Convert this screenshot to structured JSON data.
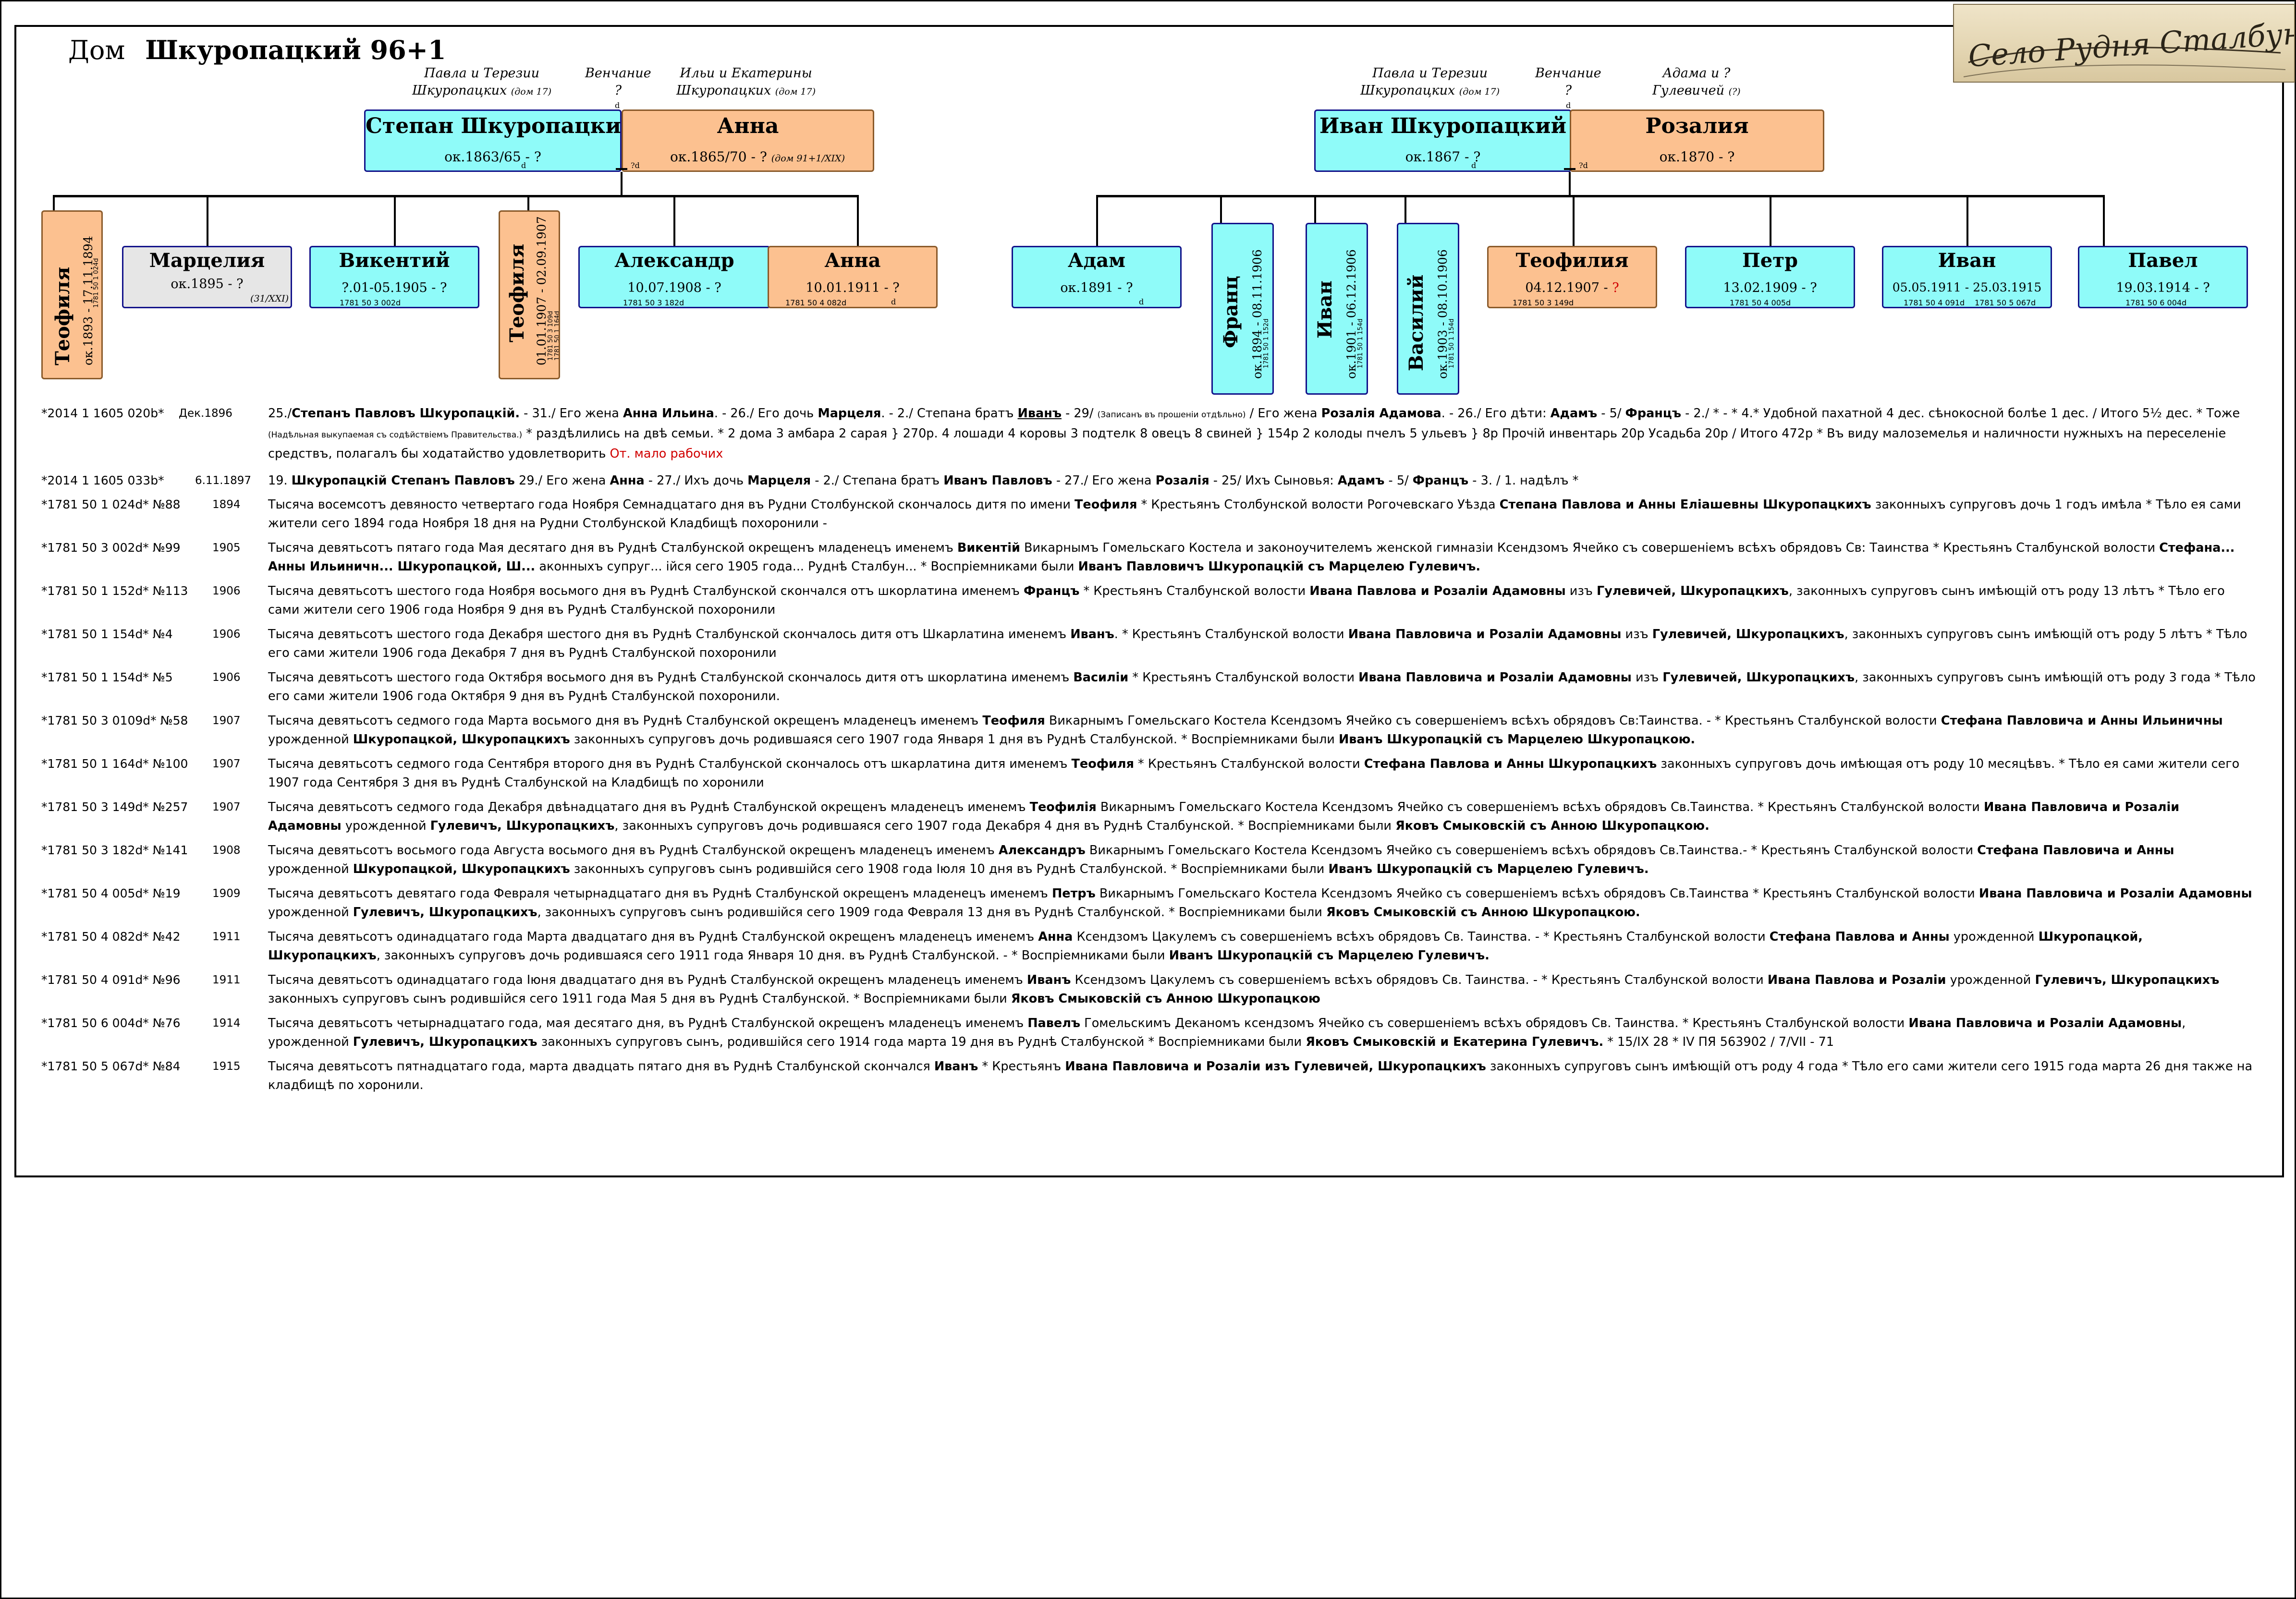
{
  "title": {
    "dom": "Дом",
    "name": "Шкуропацкий 96+1"
  },
  "stamp": {
    "text": "Село Рудня Сталбунска"
  },
  "family1": {
    "father_parents": {
      "line1": "Павла и Терезии",
      "line2": "Шкуропацких",
      "note": "(дом 17)"
    },
    "wedding": {
      "label": "Венчание",
      "value": "?",
      "mark": "d"
    },
    "mother_parents": {
      "line1": "Ильи и Екатерины",
      "line2": "Шкуропацких",
      "note": "(дом 17)"
    },
    "father": {
      "name": "Степан Шкуропацкий",
      "dates": "ок.1863/65 - ?",
      "mark": "d"
    },
    "mother": {
      "name": "Анна",
      "dates": "ок.1865/70 - ?",
      "note": "(дом 91+1/XIX)",
      "mark": "?d"
    },
    "children": [
      {
        "name": "Теофиля",
        "dates": "ок.1893 - 17.11.1894",
        "ref": "1781 50 1 024d",
        "color": "orange"
      },
      {
        "name": "Марцелия",
        "dates": "ок.1895 - ?",
        "ref": "(31/XXI)",
        "color": "grey"
      },
      {
        "name": "Викентий",
        "dates": "?.01-05.1905 - ?",
        "ref": "1781 50 3 002d",
        "color": "cyan"
      },
      {
        "name": "Теофиля",
        "dates": "01.01.1907 - 02.09.1907",
        "ref": "1781 50 3 109d",
        "ref2": "1781 50 1 164d",
        "color": "orange"
      },
      {
        "name": "Александр",
        "dates": "10.07.1908 - ?",
        "ref": "1781 50 3 182d",
        "color": "cyan"
      },
      {
        "name": "Анна",
        "dates": "10.01.1911 - ?",
        "ref": "1781 50 4 082d",
        "mark": "d",
        "color": "orange"
      }
    ]
  },
  "family2": {
    "father_parents": {
      "line1": "Павла и Терезии",
      "line2": "Шкуропацких",
      "note": "(дом 17)"
    },
    "wedding": {
      "label": "Венчание",
      "value": "?",
      "mark": "d"
    },
    "mother_parents": {
      "line1": "Адама и ?",
      "line2": "Гулевичей",
      "note": "(?)"
    },
    "father": {
      "name": "Иван Шкуропацкий",
      "dates": "ок.1867 - ?",
      "mark": "d"
    },
    "mother": {
      "name": "Розалия",
      "dates": "ок.1870 - ?",
      "mark": "?d"
    },
    "children": [
      {
        "name": "Адам",
        "dates": "ок.1891 - ?",
        "mark": "d",
        "color": "cyan"
      },
      {
        "name": "Франц",
        "dates": "ок.1894 - 08.11.1906",
        "ref": "1781 50 1 152d",
        "color": "cyan"
      },
      {
        "name": "Иван",
        "dates": "ок.1901 - 06.12.1906",
        "ref": "1781 50 1 154d",
        "color": "cyan"
      },
      {
        "name": "Василий",
        "dates": "ок.1903 - 08.10.1906",
        "ref": "1781 50 1 154d",
        "color": "cyan"
      },
      {
        "name": "Теофилия",
        "dates": "04.12.1907 -",
        "q": "?",
        "ref": "1781 50 3 149d",
        "color": "orange"
      },
      {
        "name": "Петр",
        "dates": "13.02.1909 - ?",
        "ref": "1781 50 4 005d",
        "color": "cyan"
      },
      {
        "name": "Иван",
        "dates": "05.05.1911 - 25.03.1915",
        "ref": "1781 50 4 091d",
        "ref2": "1781 50 5 067d",
        "color": "cyan"
      },
      {
        "name": "Павел",
        "dates": "19.03.1914 - ?",
        "ref": "1781 50 6 004d",
        "color": "cyan"
      }
    ]
  },
  "records": [
    {
      "code": "*2014 1 1605 020b*",
      "date": "Дек.1896",
      "html": "25./<b>Степанъ Павловъ Шкуропацкій.</b> - 31./ Его жена <b>Анна Ильина</b>. - 26./ Его дочь <b>Марцеля</b>. - 2./ Степана братъ <b><u>Иванъ</u></b> - 29/ <span style=\"font-size:17px\">(Записанъ въ прошеніи отдѣльно)</span> / Его жена <b>Розалія Адамова</b>. - 26./ Его дѣти: <b>Адамъ</b> - 5/ <b>Францъ</b> - 2./ * - * 4.* Удобной пахатной 4 дес. сѣнокосной болѣе 1 дес. / Итого 5½ дес. * Тоже <span style=\"font-size:17px\">(Надѣльная выкупаемая съ содѣйствіемъ Правительства.)</span> * раздѣлились на двѣ семьи. * 2 дома 3 амбара 2 сарая } 270р. 4 лошади 4 коровы 3 подтелк 8 овецъ 8 свиней } 154р 2 колоды пчелъ 5 ульевъ } 8р Прочій инвентарь 20р Усадьба 20р / Итого 472р * Въ виду малоземелья и наличности нужныхъ на переселеніе средствъ, полагалъ бы ходатайство удовлетворить <span class=\"red\">От. мало рабочих</span>"
    },
    {
      "code": "*2014 1 1605 033b*",
      "date": "6.11.1897",
      "html": "19. <b>Шкуропацкій Степанъ Павловъ</b> 29./ Его жена <b>Анна</b> - 27./ Ихъ дочь <b>Марцеля</b> - 2./ Степана братъ <b>Иванъ Павловъ</b> - 27./ Его жена <b>Розалія</b> - 25/ Ихъ Сыновья: <b>Адамъ</b> - 5/ <b>Францъ</b> - 3. / 1. надѣлъ *"
    },
    {
      "code": "*1781 50 1 024d* №88",
      "date": "1894",
      "html": "Тысяча восемсотъ девяносто четвертаго года Ноября Семнадцатаго дня въ Рудни Столбунской скончалось дитя по имени <b>Теофиля</b> * Крестьянъ Столбунской волости Рогочевскаго Уѣзда <b>Степана Павлова и Анны Еліашевны Шкуропацкихъ</b> законныхъ супруговъ дочь 1 годъ имѣла * Тѣло ея сами жители сего 1894 года Ноября 18 дня на Рудни Столбунской Кладбищѣ похоронили -"
    },
    {
      "code": "*1781 50 3 002d* №99",
      "date": "1905",
      "html": "Тысяча девятьсотъ пятаго года Мая десятаго дня въ Руднѣ Сталбунской окрещенъ младенецъ именемъ <b>Викентій</b> Викарнымъ Гомельскаго Костела и законоучителемъ женской гимназіи Ксендзомъ Ячейко съ совершеніемъ всѣхъ обрядовъ Св: Таинства * Крестьянъ Сталбунской волости <b>Стефана... Анны Ильиничн... Шкуропацкой, Ш...</b> аконныхъ супруг... ійся сего 1905 года... Руднѣ Сталбун... * Воспріемниками были <b>Иванъ Павловичъ Шкуропацкій съ Марцелею Гулевичъ.</b>"
    },
    {
      "code": "*1781 50 1 152d* №113",
      "date": "1906",
      "html": "Тысяча девятьсотъ шестого года Ноября восьмого дня въ Руднѣ Сталбунской скончался отъ шкорлатина именемъ <b>Францъ</b> * Крестьянъ Сталбунской волости <b>Ивана Павлова и Розаліи Адамовны</b> изъ <b>Гулевичей, Шкуропацкихъ</b>, законныхъ супруговъ сынъ имѣющій отъ роду 13 лѣтъ * Тѣло его сами жители сего 1906 года Ноября 9 дня въ Руднѣ Сталбунской похоронили"
    },
    {
      "code": "*1781 50 1 154d* №4",
      "date": "1906",
      "html": "Тысяча девятьсотъ шестого года Декабря шестого дня въ Руднѣ Сталбунской скончалось дитя отъ Шкарлатина именемъ <b>Иванъ</b>. * Крестьянъ Сталбунской волости <b>Ивана Павловича и Розаліи Адамовны</b> изъ <b>Гулевичей, Шкуропацкихъ</b>, законныхъ супруговъ сынъ имѣющій отъ роду 5 лѣтъ * Тѣло его сами жители 1906 года Декабря 7 дня въ Руднѣ Сталбунской похоронили"
    },
    {
      "code": "*1781 50 1 154d* №5",
      "date": "1906",
      "html": "Тысяча девятьсотъ шестого года Октября восьмого дня въ Руднѣ Сталбунской скончалось дитя отъ шкорлатина именемъ <b>Василіи</b> * Крестьянъ Сталбунской волости <b>Ивана Павловича и Розаліи Адамовны</b> изъ <b>Гулевичей, Шкуропацкихъ</b>, законныхъ супруговъ сынъ имѣющій отъ роду 3 года * Тѣло его сами жители 1906 года Октября 9 дня въ Руднѣ Сталбунской похоронили."
    },
    {
      "code": "*1781 50 3 0109d* №58",
      "date": "1907",
      "html": "Тысяча девятьсотъ седмого года Марта восьмого дня въ Руднѣ Сталбунской окрещенъ младенецъ именемъ <b>Теофиля</b> Викарнымъ Гомельскаго Костела Ксендзомъ Ячейко съ совершеніемъ всѣхъ обрядовъ Св:Таинства. - * Крестьянъ Сталбунской волости <b>Стефана Павловича и Анны Ильиничны</b> урожденной <b>Шкуропацкой, Шкуропацкихъ</b> законныхъ супруговъ дочь родившаяся сего 1907 года Января 1 дня въ Руднѣ Сталбунской. * Воспріемниками были <b>Иванъ Шкуропацкій съ Марцелею Шкуропацкою.</b>"
    },
    {
      "code": "*1781 50 1 164d* №100",
      "date": "1907",
      "html": "Тысяча девятьсотъ седмого года Сентября второго дня въ Руднѣ Сталбунской скончалось отъ шкарлатина дитя именемъ <b>Теофиля</b> * Крестьянъ Сталбунской волости <b>Стефана Павлова и Анны Шкуропацкихъ</b> законныхъ супруговъ дочь имѣющая отъ роду 10 месяцѣвъ. * Тѣло ея сами жители сего 1907 года Сентября 3 дня въ Руднѣ Сталбунской на Кладбищѣ по хоронили"
    },
    {
      "code": "*1781 50 3 149d* №257",
      "date": "1907",
      "html": "Тысяча девятьсотъ седмого года Декабря двѣнадцатаго дня въ Руднѣ Сталбунской окрещенъ младенецъ именемъ <b>Теофилія</b> Викарнымъ Гомельскаго Костела Ксендзомъ Ячейко съ совершеніемъ всѣхъ обрядовъ Св.Таинства. * Крестьянъ Сталбунской волости <b>Ивана Павловича и Розаліи Адамовны</b> урожденной <b>Гулевичъ, Шкуропацкихъ</b>, законныхъ супруговъ дочь родившаяся сего 1907 года Декабря 4 дня въ Руднѣ Сталбунской. * Воспріемниками были <b>Яковъ Смыковскій съ Анною Шкуропацкою.</b>"
    },
    {
      "code": "*1781 50 3 182d* №141",
      "date": "1908",
      "html": "Тысяча девятьсотъ восьмого года Августа восьмого дня въ Руднѣ Сталбунской окрещенъ младенецъ именемъ <b>Александръ</b> Викарнымъ Гомельскаго Костела Ксендзомъ Ячейко съ совершеніемъ всѣхъ обрядовъ Св.Таинства.- * Крестьянъ Сталбунской волости <b>Стефана Павловича и Анны</b> урожденной <b>Шкуропацкой, Шкуропацкихъ</b> законныхъ супруговъ сынъ родившійся сего 1908 года Іюля 10 дня въ Руднѣ Сталбунской. * Воспріемниками были <b>Иванъ Шкуропацкій съ Марцелею Гулевичъ.</b>"
    },
    {
      "code": "*1781 50 4 005d* №19",
      "date": "1909",
      "html": "Тысяча девятьсотъ девятаго года Февраля четырнадцатаго дня въ Руднѣ Сталбунской окрещенъ младенецъ именемъ <b>Петръ</b> Викарнымъ Гомельскаго Костела Ксендзомъ Ячейко съ совершеніемъ всѣхъ обрядовъ Св.Таинства * Крестьянъ Сталбунской волости <b>Ивана Павловича и Розаліи Адамовны</b> урожденной <b>Гулевичъ, Шкуропацкихъ</b>, законныхъ супруговъ сынъ родившійся сего 1909 года Февраля 13 дня въ Руднѣ Сталбунской. * Воспріемниками были <b>Яковъ Смыковскій съ Анною Шкуропацкою.</b>"
    },
    {
      "code": "*1781 50 4 082d* №42",
      "date": "1911",
      "html": "Тысяча девятьсотъ одинадцатаго года Марта двадцатаго дня въ Руднѣ Сталбунской окрещенъ младенецъ именемъ <b>Анна</b> Ксендзомъ Цакулемъ съ совершеніемъ всѣхъ обрядовъ Св. Таинства. - * Крестьянъ Сталбунской волости <b>Стефана Павлова и Анны</b> урожденной <b>Шкуропацкой, Шкуропацкихъ</b>, законныхъ супруговъ дочь родившаяся сего 1911 года Января 10 дня. въ Руднѣ Сталбунской. - * Воспріемниками были <b>Иванъ Шкуропацкій съ Марцелею Гулевичъ.</b>"
    },
    {
      "code": "*1781 50 4 091d* №96",
      "date": "1911",
      "html": "Тысяча девятьсотъ одинадцатаго года Іюня двадцатаго дня въ Руднѣ Сталбунской окрещенъ младенецъ именемъ <b>Иванъ</b> Ксендзомъ Цакулемъ съ совершеніемъ всѣхъ обрядовъ Св. Таинства. - * Крестьянъ Сталбунской волости <b>Ивана Павлова и Розаліи</b> урожденной <b>Гулевичъ, Шкуропацкихъ</b> законныхъ супруговъ сынъ родившійся сего 1911 года Мая 5 дня въ Руднѣ Сталбунской. * Воспріемниками были <b>Яковъ Смыковскій съ Анною Шкуропацкою</b>"
    },
    {
      "code": "*1781 50 6 004d* №76",
      "date": "1914",
      "html": "Тысяча девятьсотъ четырнадцатаго года, мая десятаго дня, въ Руднѣ Сталбунской окрещенъ младенецъ именемъ <b>Павелъ</b> Гомельскимъ Деканомъ ксендзомъ Ячейко съ совершеніемъ всѣхъ обрядовъ Св. Таинства. * Крестьянъ Сталбунской волости <b>Ивана Павловича и Розаліи Адамовны</b>, урожденной <b>Гулевичъ, Шкуропацкихъ</b> законныхъ супруговъ сынъ, родившійся сего 1914 года марта 19 дня въ Руднѣ Сталбунской * Воспріемниками были <b>Яковъ Смыковскій и Екатерина Гулевичъ.</b> * 15/IX 28 * IV ПЯ 563902 / 7/VII - 71"
    },
    {
      "code": "*1781 50 5 067d* №84",
      "date": "1915",
      "html": "Тысяча девятьсотъ пятнадцатаго года, марта двадцать пятаго дня въ Руднѣ Сталбунской скончался <b>Иванъ</b> * Крестьянъ <b>Ивана Павловича и Розаліи изъ Гулевичей, Шкуропацкихъ</b> законныхъ супруговъ сынъ имѣющій отъ роду 4 года * Тѣло его сами жители сего 1915 года марта 26 дня также на кладбищѣ по хоронили."
    }
  ]
}
